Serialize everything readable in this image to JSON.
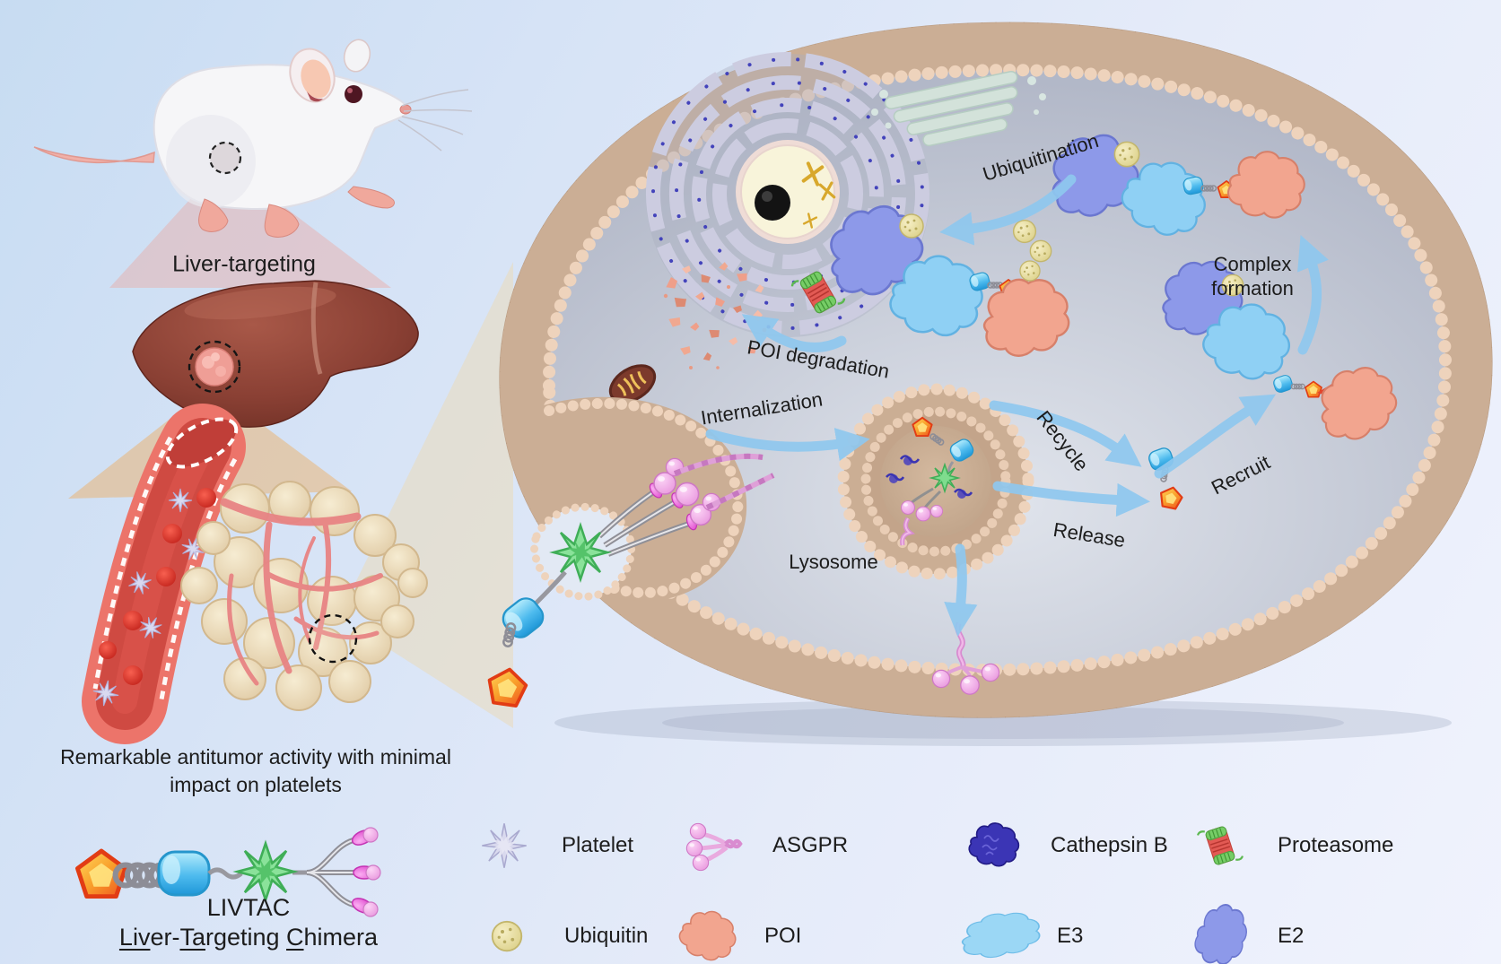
{
  "colors": {
    "background_top_left": "#c7dcf2",
    "background_bottom_right": "#f0f3fd",
    "arrow_blue": "#8fc8ef",
    "membrane_tan": "#cbae95",
    "membrane_bead": "#eed3bc",
    "cytoplasm_gray": "#c7ccd8",
    "e2_purple_blue": "#8d99e9",
    "e3_light_blue": "#8fd0f4",
    "poi_salmon": "#f2a58f",
    "ubiquitin_yellow": "#e7dfa1",
    "cathepsin_b_blue": "#3b35b5",
    "asgpr_pink": "#f2b4ec",
    "galnac_magenta": "#ea5cda",
    "linker_star_green": "#8ae29a",
    "cylinder_cyan": "#4ebbee",
    "warhead_orange": "#f9a12c",
    "proteasome_green": "#76cd66",
    "proteasome_red": "#e25a54",
    "liver_brown": "#8a4034",
    "vessel_red": "#ec746a",
    "tumor_beige": "#ecdcbc",
    "text": "#1c1c1c"
  },
  "mouse_panel": {
    "liver_targeting_label": "Liver-targeting"
  },
  "tumor_panel": {
    "caption_line1": "Remarkable antitumor activity with minimal",
    "caption_line2": "impact on platelets"
  },
  "livtac_schematic": {
    "acronym": "LIVTAC",
    "full_name_parts": [
      {
        "text": "Liv",
        "underlined": true
      },
      {
        "text": "er-",
        "underlined": false
      },
      {
        "text": "Ta",
        "underlined": true
      },
      {
        "text": "rgeting ",
        "underlined": false
      },
      {
        "text": "C",
        "underlined": true
      },
      {
        "text": "himera",
        "underlined": false
      }
    ]
  },
  "cell_labels": {
    "ubiquitination": "Ubiquitination",
    "complex_formation_line1": "Complex",
    "complex_formation_line2": "formation",
    "poi_degradation": "POI degradation",
    "internalization": "Internalization",
    "lysosome": "Lysosome",
    "recycle": "Recycle",
    "release": "Release",
    "recruit": "Recruit"
  },
  "legend": {
    "items": [
      {
        "icon": "platelet-icon",
        "label": "Platelet"
      },
      {
        "icon": "asgpr-icon",
        "label": "ASGPR"
      },
      {
        "icon": "cathepsin-b-icon",
        "label": "Cathepsin B"
      },
      {
        "icon": "proteasome-icon",
        "label": "Proteasome"
      },
      {
        "icon": "ubiquitin-icon",
        "label": "Ubiquitin"
      },
      {
        "icon": "poi-icon",
        "label": "POI"
      },
      {
        "icon": "e3-icon",
        "label": "E3"
      },
      {
        "icon": "e2-icon",
        "label": "E2"
      }
    ]
  }
}
